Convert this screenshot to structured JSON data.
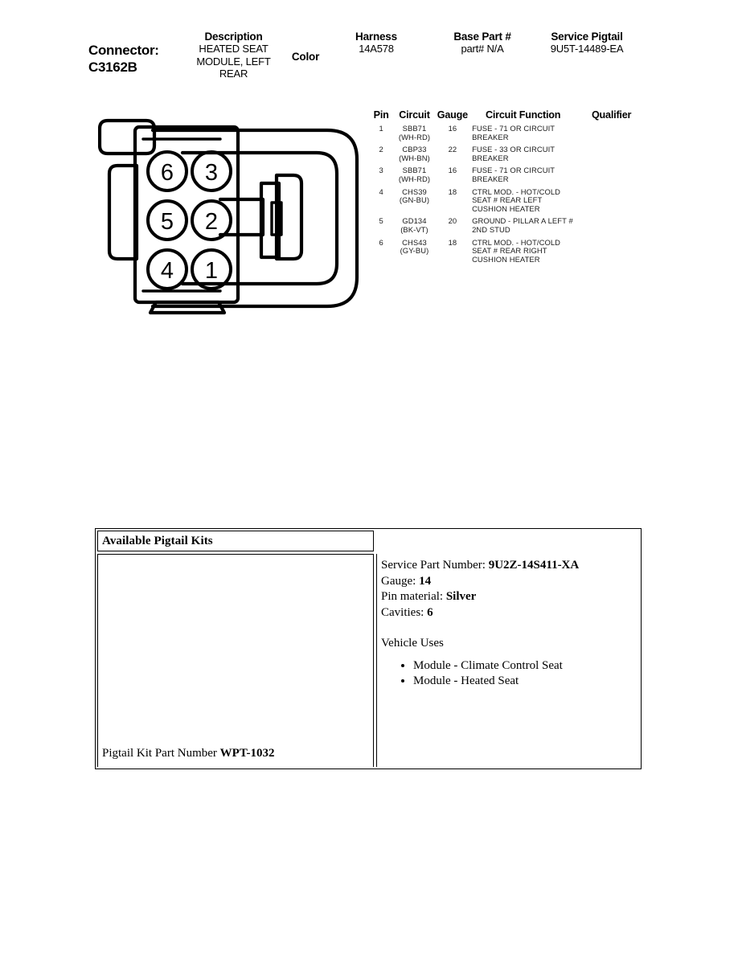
{
  "header": {
    "connector_label": "Connector:",
    "connector_id": "C3162B",
    "description_label": "Description",
    "description_value": "HEATED SEAT MODULE, LEFT REAR",
    "color_label": "Color",
    "color_value": "",
    "harness_label": "Harness",
    "harness_value": "14A578",
    "base_part_label": "Base Part #",
    "base_part_value": "part# N/A",
    "service_pigtail_label": "Service Pigtail",
    "service_pigtail_value": "9U5T-14489-EA"
  },
  "connector_diagram": {
    "name": "connector-face-view",
    "cavity_count": 6,
    "pin_numbers": [
      "6",
      "3",
      "5",
      "2",
      "4",
      "1"
    ]
  },
  "pin_table": {
    "columns": [
      "Pin",
      "Circuit",
      "Gauge",
      "Circuit Function",
      "Qualifier"
    ],
    "rows": [
      {
        "pin": "1",
        "circuit": "SBB71",
        "circuit_color": "(WH-RD)",
        "gauge": "16",
        "function": "FUSE - 71 OR CIRCUIT BREAKER",
        "qualifier": ""
      },
      {
        "pin": "2",
        "circuit": "CBP33",
        "circuit_color": "(WH-BN)",
        "gauge": "22",
        "function": "FUSE - 33 OR CIRCUIT BREAKER",
        "qualifier": ""
      },
      {
        "pin": "3",
        "circuit": "SBB71",
        "circuit_color": "(WH-RD)",
        "gauge": "16",
        "function": "FUSE - 71 OR CIRCUIT BREAKER",
        "qualifier": ""
      },
      {
        "pin": "4",
        "circuit": "CHS39",
        "circuit_color": "(GN-BU)",
        "gauge": "18",
        "function": "CTRL MOD. - HOT/COLD SEAT # REAR LEFT CUSHION HEATER",
        "qualifier": ""
      },
      {
        "pin": "5",
        "circuit": "GD134",
        "circuit_color": "(BK-VT)",
        "gauge": "20",
        "function": "GROUND - PILLAR A LEFT # 2ND STUD",
        "qualifier": ""
      },
      {
        "pin": "6",
        "circuit": "CHS43",
        "circuit_color": "(GY-BU)",
        "gauge": "18",
        "function": "CTRL MOD. - HOT/COLD SEAT # REAR RIGHT CUSHION HEATER",
        "qualifier": ""
      }
    ]
  },
  "pigtail": {
    "table_title": "Available Pigtail Kits",
    "kit_part_number_label": "Pigtail Kit Part Number ",
    "kit_part_number_value": "WPT-1032",
    "service_part_number_label": "Service Part Number: ",
    "service_part_number_value": "9U2Z-14S411-XA",
    "gauge_label": "Gauge: ",
    "gauge_value": "14",
    "pin_material_label": "Pin material: ",
    "pin_material_value": "Silver",
    "cavities_label": "Cavities: ",
    "cavities_value": "6",
    "vehicle_uses_title": "Vehicle Uses",
    "vehicle_uses": [
      "Module - Climate Control Seat",
      "Module - Heated Seat"
    ]
  }
}
